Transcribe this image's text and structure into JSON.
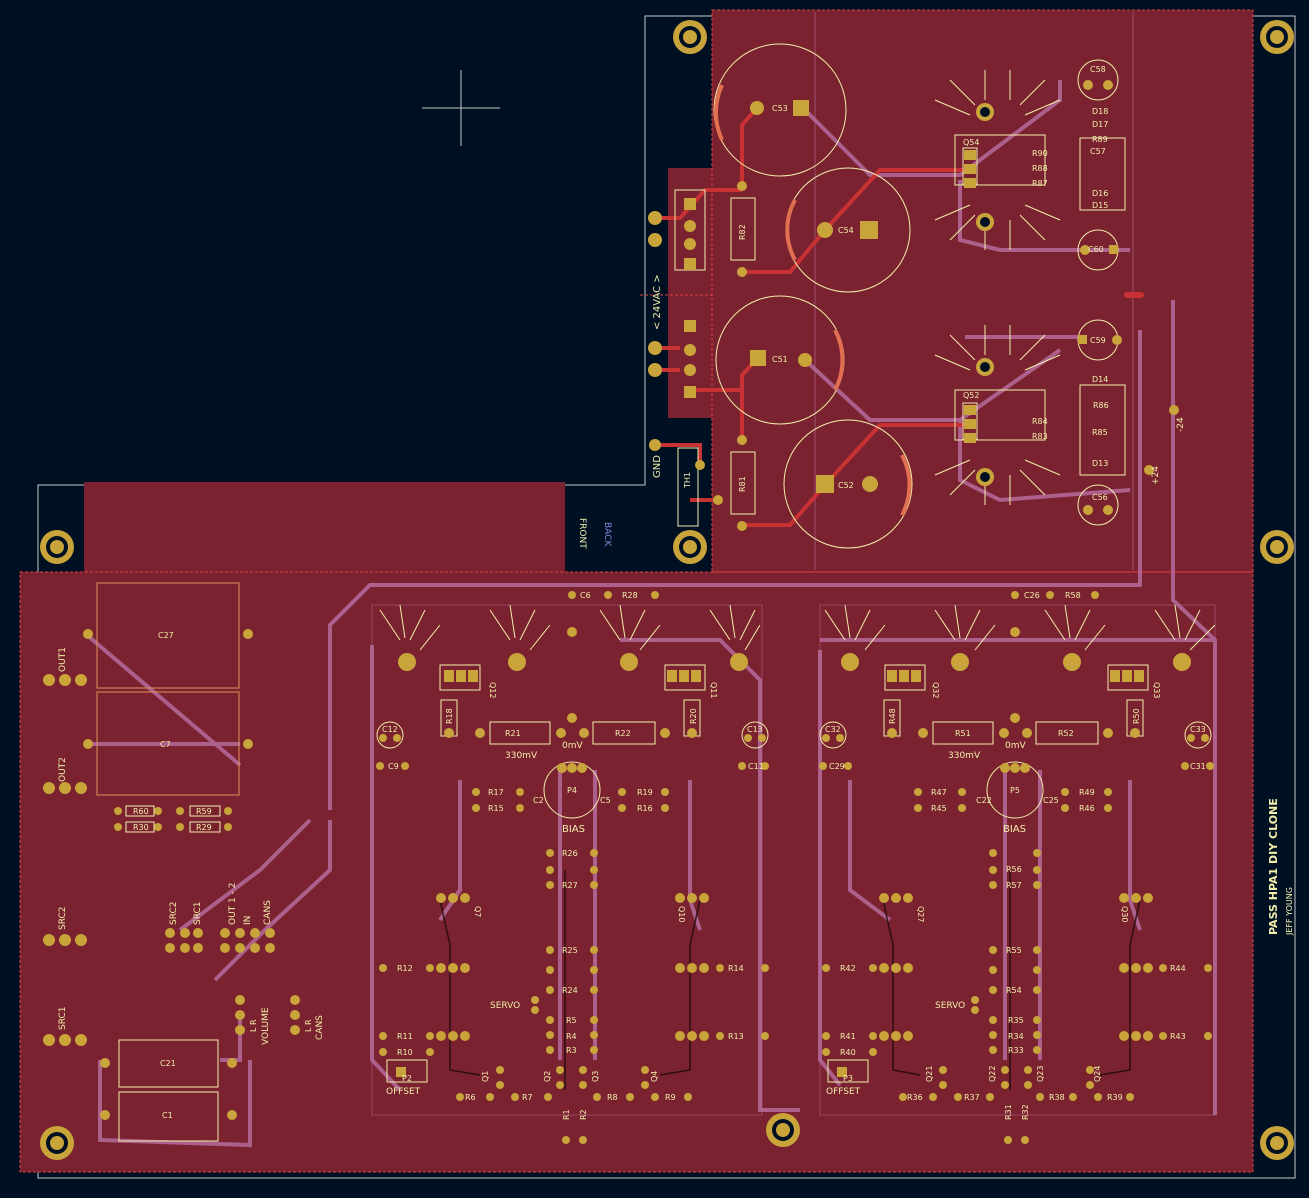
{
  "colors": {
    "background": "#001023",
    "board_fill": "#7a2230",
    "copper_top": "#c83234",
    "copper_bottom": "#b56b9c",
    "pad": "#c8a43a",
    "silkscreen": "#f2eeaa",
    "fab_outline": "#c08a5a",
    "edge_cuts": "#c8c8c8",
    "label_blue": "#7a8ad8"
  },
  "board": {
    "title": "PASS HPA1 DIY CLONE",
    "author": "JEFF YOUNG"
  },
  "board_labels": {
    "front": "FRONT",
    "back": "BACK",
    "ac_input": "< 24VAC >",
    "gnd": "GND",
    "rail_plus": "+24",
    "rail_minus": "-24",
    "bias": "BIAS",
    "servo": "SERVO",
    "offset": "OFFSET",
    "mv_330": "330mV",
    "mv_0": "0mV"
  },
  "connectors": {
    "out1": "OUT1",
    "out2": "OUT2",
    "src1": "SRC1",
    "src2": "SRC2",
    "in": "IN",
    "out12": "OUT 1 - 2",
    "cans": "CANS",
    "volume": "VOLUME",
    "lr": "L R"
  },
  "components": {
    "psu_caps": [
      "C53",
      "C54",
      "C51",
      "C52",
      "C58",
      "C60",
      "C59",
      "C56"
    ],
    "psu_res": [
      "R82",
      "R81",
      "R90",
      "R88",
      "R87",
      "R86",
      "R84",
      "R83"
    ],
    "psu_misc": [
      "Q54",
      "Q52",
      "TH1",
      "D18",
      "D17",
      "R89",
      "D16",
      "D15",
      "D14",
      "D13",
      "R85",
      "C57"
    ],
    "left_caps": [
      "C27",
      "C7",
      "C21",
      "C1"
    ],
    "left_res": [
      "R60",
      "R59",
      "R30",
      "R29"
    ],
    "ch1_top": [
      "C6",
      "R28",
      "Q12",
      "Q11",
      "R18",
      "R21",
      "R22",
      "R20",
      "C12",
      "C13",
      "C9",
      "C11"
    ],
    "ch1_mid": [
      "R17",
      "R15",
      "C2",
      "P4",
      "C5",
      "R19",
      "R16",
      "R26",
      "R27",
      "R25",
      "R24",
      "R5",
      "R4",
      "R3"
    ],
    "ch1_low": [
      "R12",
      "R14",
      "R11",
      "R10",
      "R13",
      "P2",
      "R6",
      "R7",
      "R8",
      "R9",
      "R1",
      "R2",
      "Q1",
      "Q2",
      "Q3",
      "Q4",
      "Q7",
      "Q10"
    ],
    "ch2_top": [
      "C26",
      "R58",
      "Q32",
      "Q33",
      "R48",
      "R51",
      "R52",
      "R50",
      "C32",
      "C33",
      "C29",
      "C31"
    ],
    "ch2_mid": [
      "R47",
      "R45",
      "C22",
      "P5",
      "C25",
      "R49",
      "R46",
      "R56",
      "R57",
      "R55",
      "R54",
      "R35",
      "R34",
      "R33"
    ],
    "ch2_low": [
      "R42",
      "R44",
      "R41",
      "R40",
      "R43",
      "P3",
      "R36",
      "R37",
      "R38",
      "R39",
      "R31",
      "R32",
      "Q21",
      "Q22",
      "Q23",
      "Q24",
      "Q27",
      "Q30"
    ]
  }
}
